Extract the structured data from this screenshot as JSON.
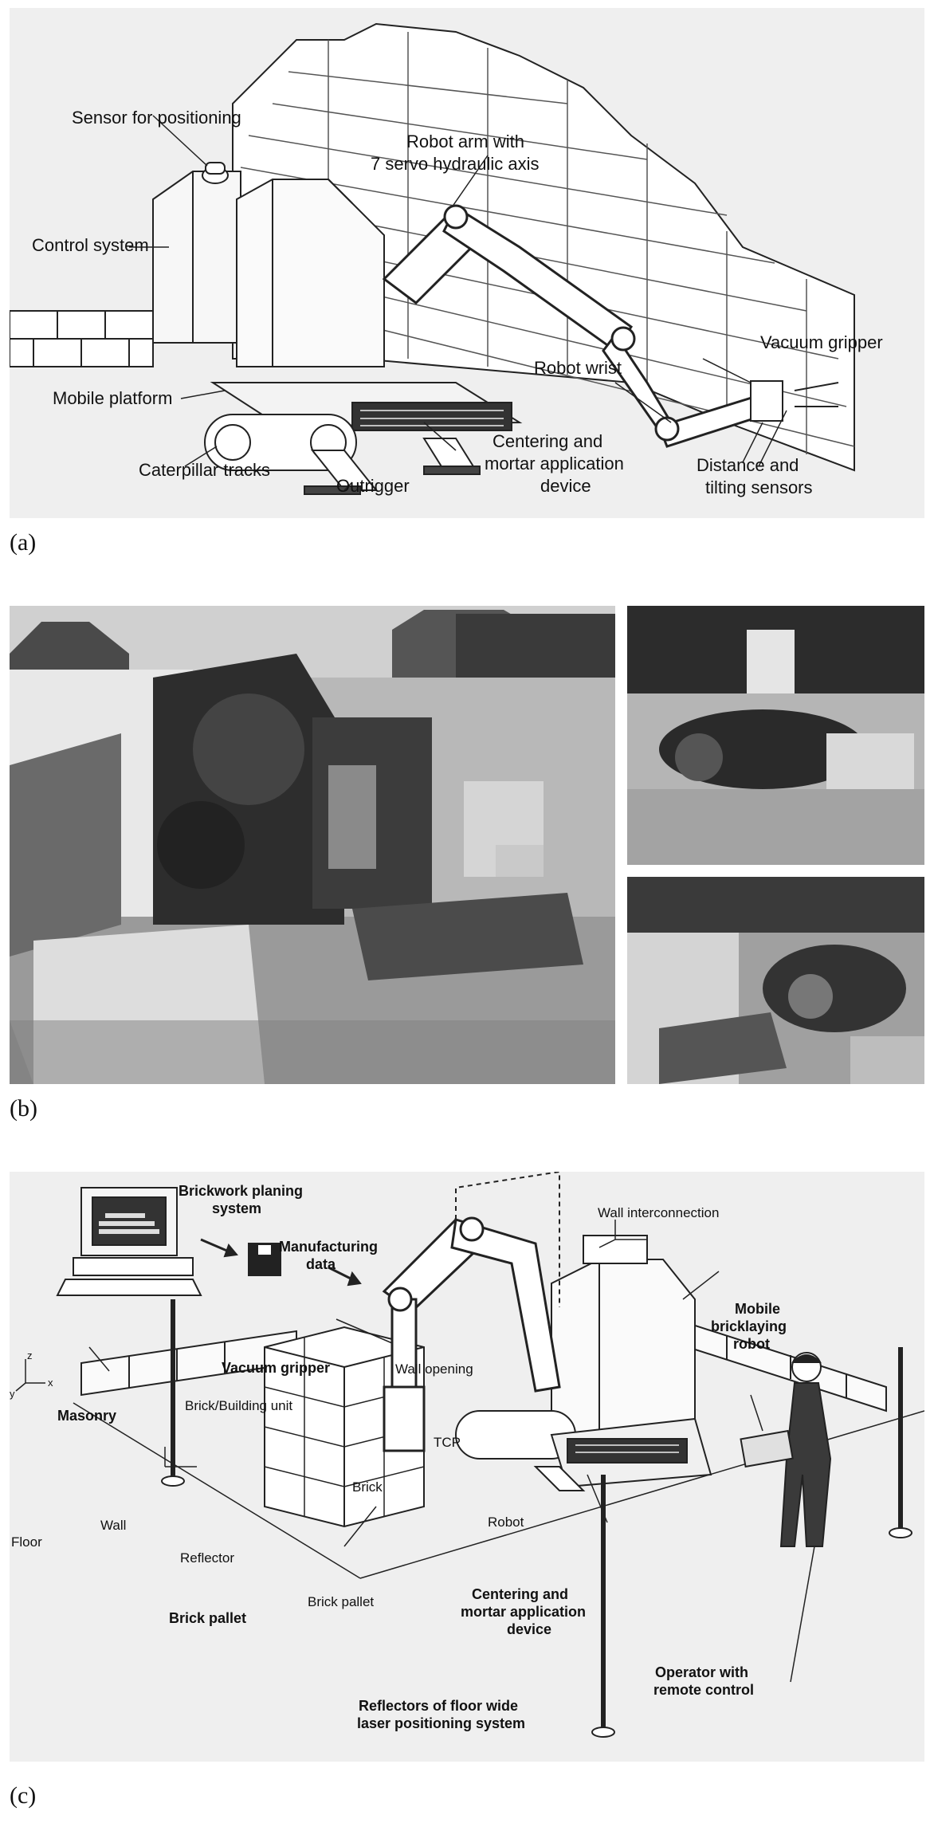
{
  "captions": {
    "a": "(a)",
    "b": "(b)",
    "c": "(c)"
  },
  "panel_a": {
    "labels": {
      "sensor_positioning": "Sensor for positioning",
      "robot_arm_1": "Robot arm with",
      "robot_arm_2": "7 servo hydraulic axis",
      "control_system": "Control system",
      "vacuum_gripper": "Vacuum gripper",
      "robot_wrist": "Robot wrist",
      "mobile_platform": "Mobile platform",
      "centering_1": "Centering and",
      "centering_2": "mortar application",
      "centering_3": "device",
      "caterpillar": "Caterpillar tracks",
      "outrigger": "Outrigger",
      "distance_1": "Distance and",
      "distance_2": "tilting sensors"
    }
  },
  "panel_c": {
    "labels": {
      "planning_1": "Brickwork planing",
      "planning_2": "system",
      "manufacturing_1": "Manufacturing",
      "manufacturing_2": "data",
      "wall_interconnection": "Wall interconnection",
      "mobile_robot_1": "Mobile",
      "mobile_robot_2": "bricklaying",
      "mobile_robot_3": "robot",
      "vacuum_gripper": "Vacuum gripper",
      "wall_opening": "Wall opening",
      "masonry": "Masonry",
      "brick_building_unit": "Brick/Building unit",
      "tcp": "TCP",
      "brick": "Brick",
      "robot": "Robot",
      "wall": "Wall",
      "floor": "Floor",
      "reflector": "Reflector",
      "brick_pallet_1": "Brick pallet",
      "brick_pallet_2": "Brick pallet",
      "centering_1": "Centering and",
      "centering_2": "mortar application",
      "centering_3": "device",
      "operator_1": "Operator with",
      "operator_2": "remote control",
      "reflectors_1": "Reflectors of floor wide",
      "reflectors_2": "laser positioning system"
    },
    "axes": {
      "x": "x",
      "y": "y",
      "z": "z"
    }
  }
}
